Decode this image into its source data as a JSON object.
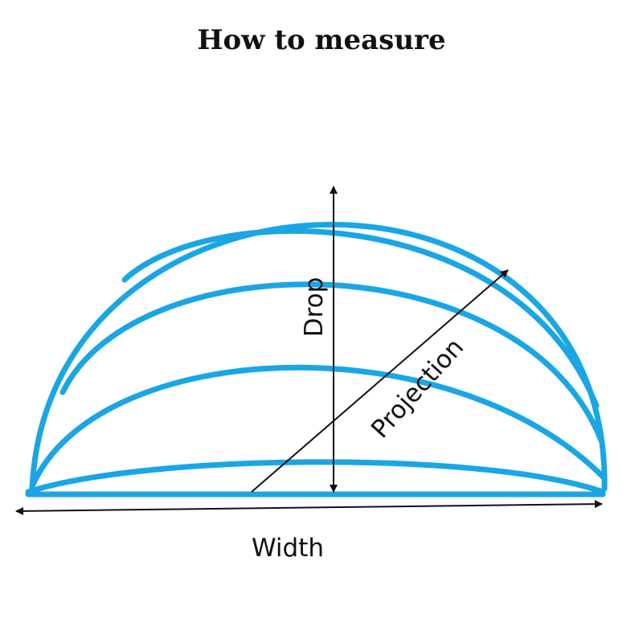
{
  "title": "How to measure",
  "labels": {
    "drop": "Drop",
    "projection": "Projection",
    "width": "Width"
  },
  "colors": {
    "arc": "#1aa6e4",
    "measure_line": "#111111"
  }
}
